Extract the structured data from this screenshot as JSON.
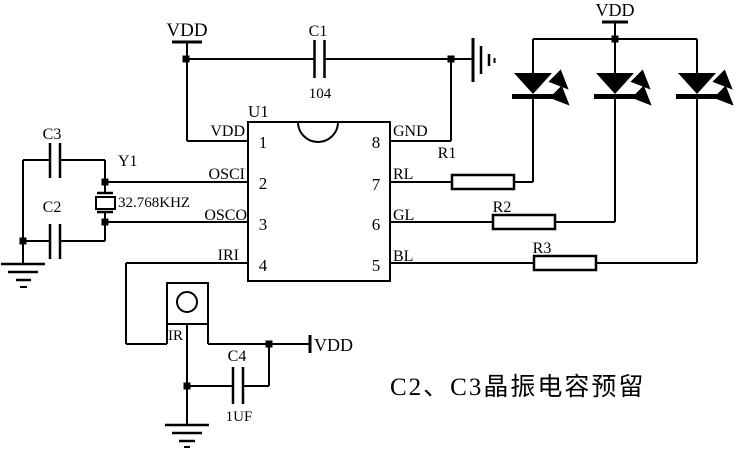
{
  "colors": {
    "line": "#000000",
    "background": "#ffffff"
  },
  "power": {
    "vdd": "VDD"
  },
  "caption": {
    "text": "C2、C3晶振电容预留"
  },
  "ic": {
    "ref": "U1",
    "pins_left": [
      {
        "num": "1",
        "name": "VDD"
      },
      {
        "num": "2",
        "name": "OSCI"
      },
      {
        "num": "3",
        "name": "OSCO"
      },
      {
        "num": "4",
        "name": "IRI"
      }
    ],
    "pins_right": [
      {
        "num": "8",
        "name": "GND"
      },
      {
        "num": "7",
        "name": "RL"
      },
      {
        "num": "6",
        "name": "GL"
      },
      {
        "num": "5",
        "name": "BL"
      }
    ]
  },
  "components": {
    "c1": {
      "ref": "C1",
      "value": "104"
    },
    "c2": {
      "ref": "C2"
    },
    "c3": {
      "ref": "C3"
    },
    "c4": {
      "ref": "C4",
      "value": "1UF"
    },
    "y1": {
      "ref": "Y1",
      "value": "32.768KHZ"
    },
    "r1": {
      "ref": "R1"
    },
    "r2": {
      "ref": "R2"
    },
    "r3": {
      "ref": "R3"
    },
    "ir": {
      "ref": "IR"
    }
  }
}
